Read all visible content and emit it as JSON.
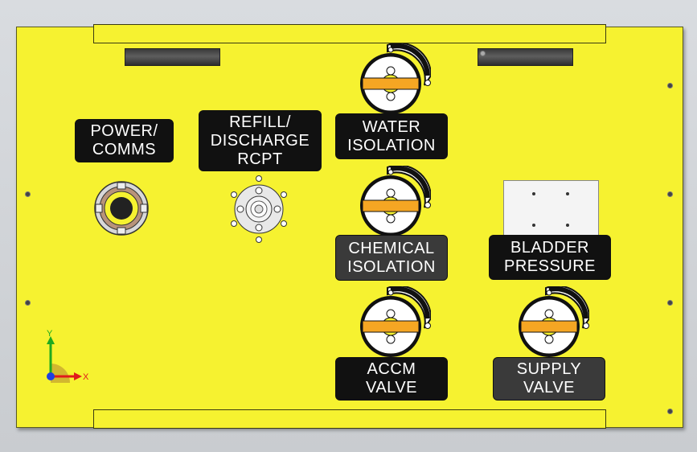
{
  "labels": {
    "power": [
      "POWER/",
      "COMMS"
    ],
    "refill": [
      "REFILL/",
      "DISCHARGE",
      "RCPT"
    ],
    "water": [
      "WATER",
      "ISOLATION"
    ],
    "chemical": [
      "CHEMICAL",
      "ISOLATION"
    ],
    "bladder": [
      "BLADDER",
      "PRESSURE"
    ],
    "accm": [
      "ACCM",
      "VALVE"
    ],
    "supply": [
      "SUPPLY",
      "VALVE"
    ]
  },
  "axes": {
    "y": "Y",
    "x": "X"
  },
  "colors": {
    "panel": "#f6f230",
    "handle": "#f5a623",
    "label_dark": "#111111",
    "label_grey": "#3a3a3a",
    "axis_y": "#1faa1f",
    "axis_x": "#e01b1b",
    "axis_z": "#1f3fe0"
  }
}
